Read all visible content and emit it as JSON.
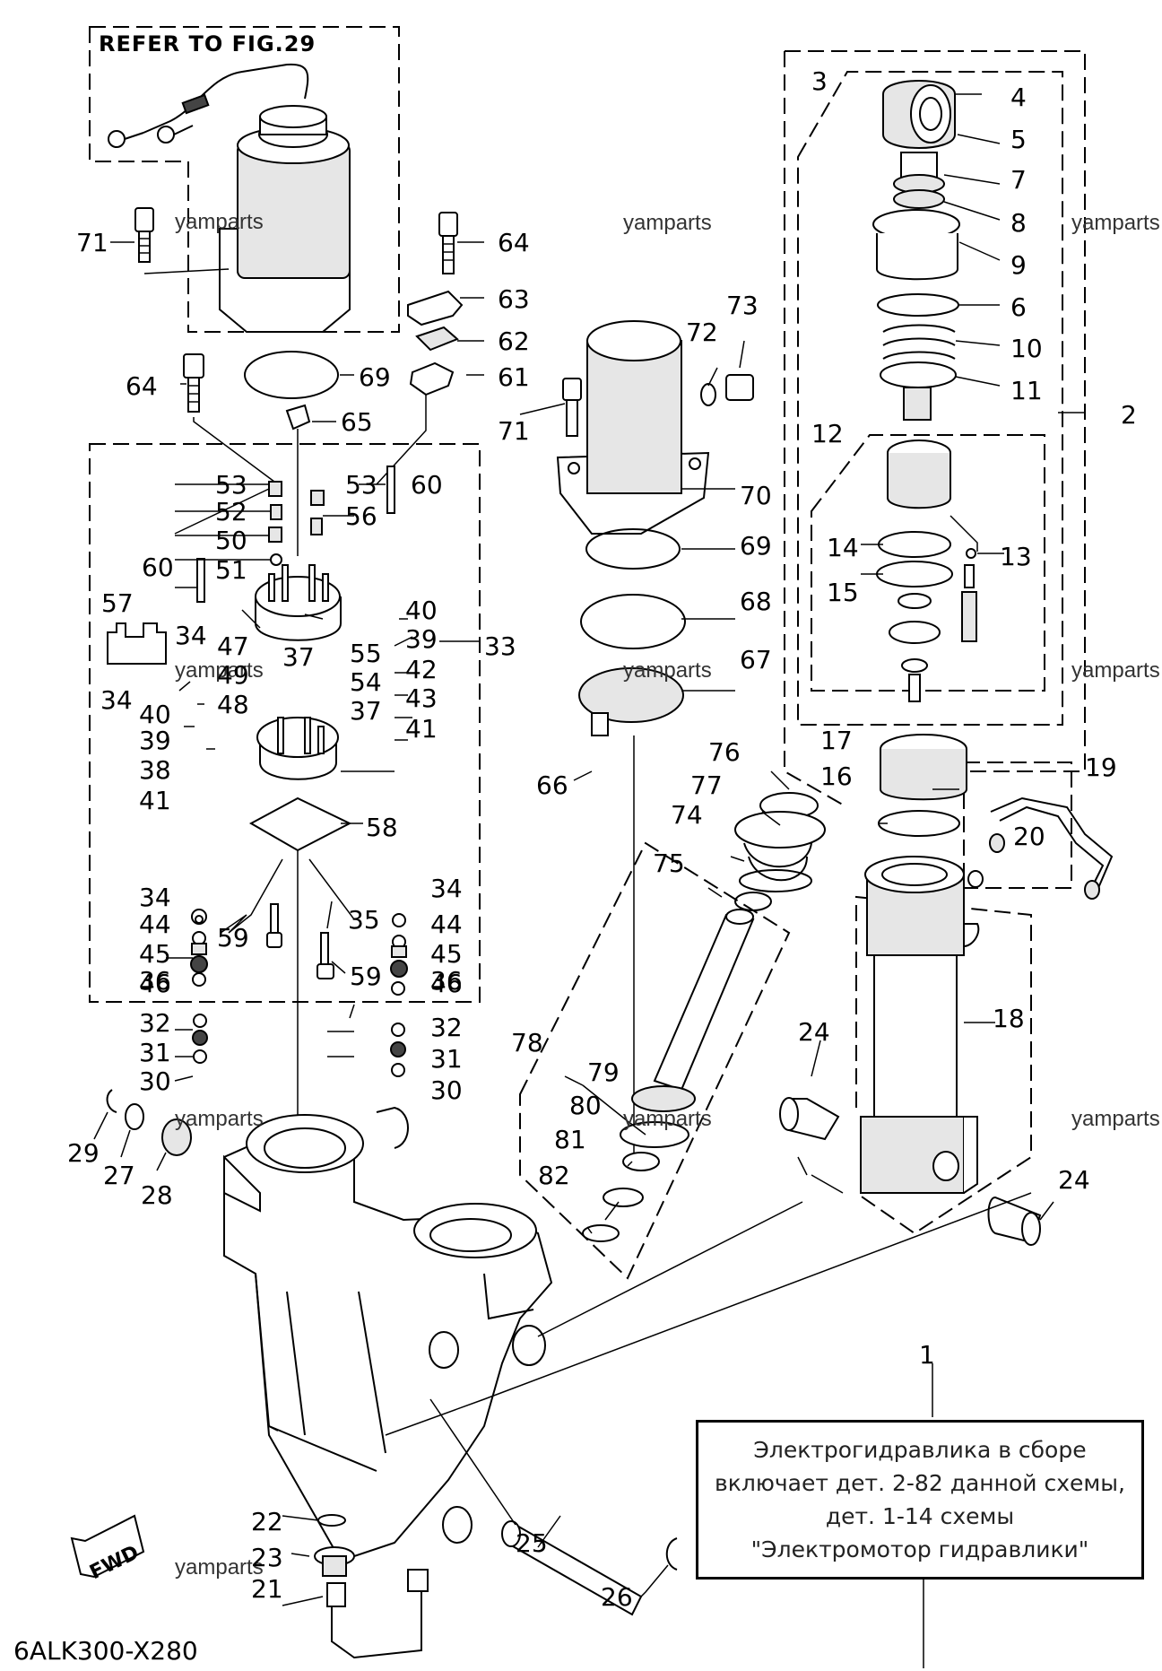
{
  "diagram": {
    "refer_label": "REFER TO FIG.29",
    "drawing_code": "6ALK300-X280",
    "fwd_label": "FWD",
    "watermark": "yamparts",
    "note_lines": [
      "Электрогидравлика в сборе",
      "включает дет. 2-82 данной схемы,",
      "дет. 1-14 схемы",
      "\"Электромотор гидравлики\""
    ],
    "part_numbers": [
      "1",
      "2",
      "3",
      "4",
      "5",
      "6",
      "7",
      "8",
      "9",
      "10",
      "11",
      "12",
      "13",
      "14",
      "15",
      "16",
      "17",
      "18",
      "19",
      "20",
      "21",
      "22",
      "23",
      "24",
      "25",
      "26",
      "27",
      "28",
      "29",
      "30",
      "31",
      "32",
      "33",
      "34",
      "35",
      "36",
      "37",
      "38",
      "39",
      "40",
      "41",
      "42",
      "43",
      "44",
      "45",
      "46",
      "47",
      "48",
      "49",
      "50",
      "51",
      "52",
      "53",
      "54",
      "55",
      "56",
      "57",
      "58",
      "59",
      "60",
      "61",
      "62",
      "63",
      "64",
      "65",
      "66",
      "67",
      "68",
      "69",
      "70",
      "71",
      "72",
      "73",
      "74",
      "75",
      "76",
      "77",
      "78",
      "79",
      "80",
      "81",
      "82"
    ]
  }
}
